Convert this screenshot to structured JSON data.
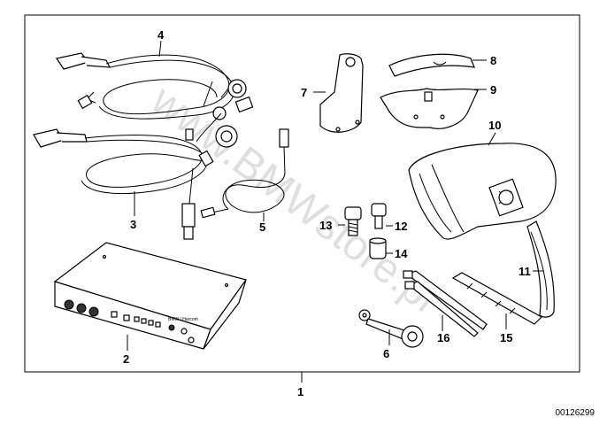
{
  "catalog_number": "00126299",
  "watermark": "www.BMWstore.pl",
  "assembly_label": "1",
  "device_label": "BMW | Harcom",
  "parts": [
    {
      "id": "2",
      "name": "control-unit"
    },
    {
      "id": "3",
      "name": "wiring-harness-3"
    },
    {
      "id": "4",
      "name": "wiring-harness-4"
    },
    {
      "id": "5",
      "name": "cable-with-plug"
    },
    {
      "id": "6",
      "name": "strap-key"
    },
    {
      "id": "7",
      "name": "bracket"
    },
    {
      "id": "8",
      "name": "holder"
    },
    {
      "id": "9",
      "name": "cover-plate"
    },
    {
      "id": "10",
      "name": "bag"
    },
    {
      "id": "11",
      "name": "strip"
    },
    {
      "id": "12",
      "name": "screw-12"
    },
    {
      "id": "13",
      "name": "spacer-13"
    },
    {
      "id": "14",
      "name": "screw-14"
    },
    {
      "id": "15",
      "name": "velcro-strip"
    },
    {
      "id": "16",
      "name": "cable-ties"
    }
  ]
}
